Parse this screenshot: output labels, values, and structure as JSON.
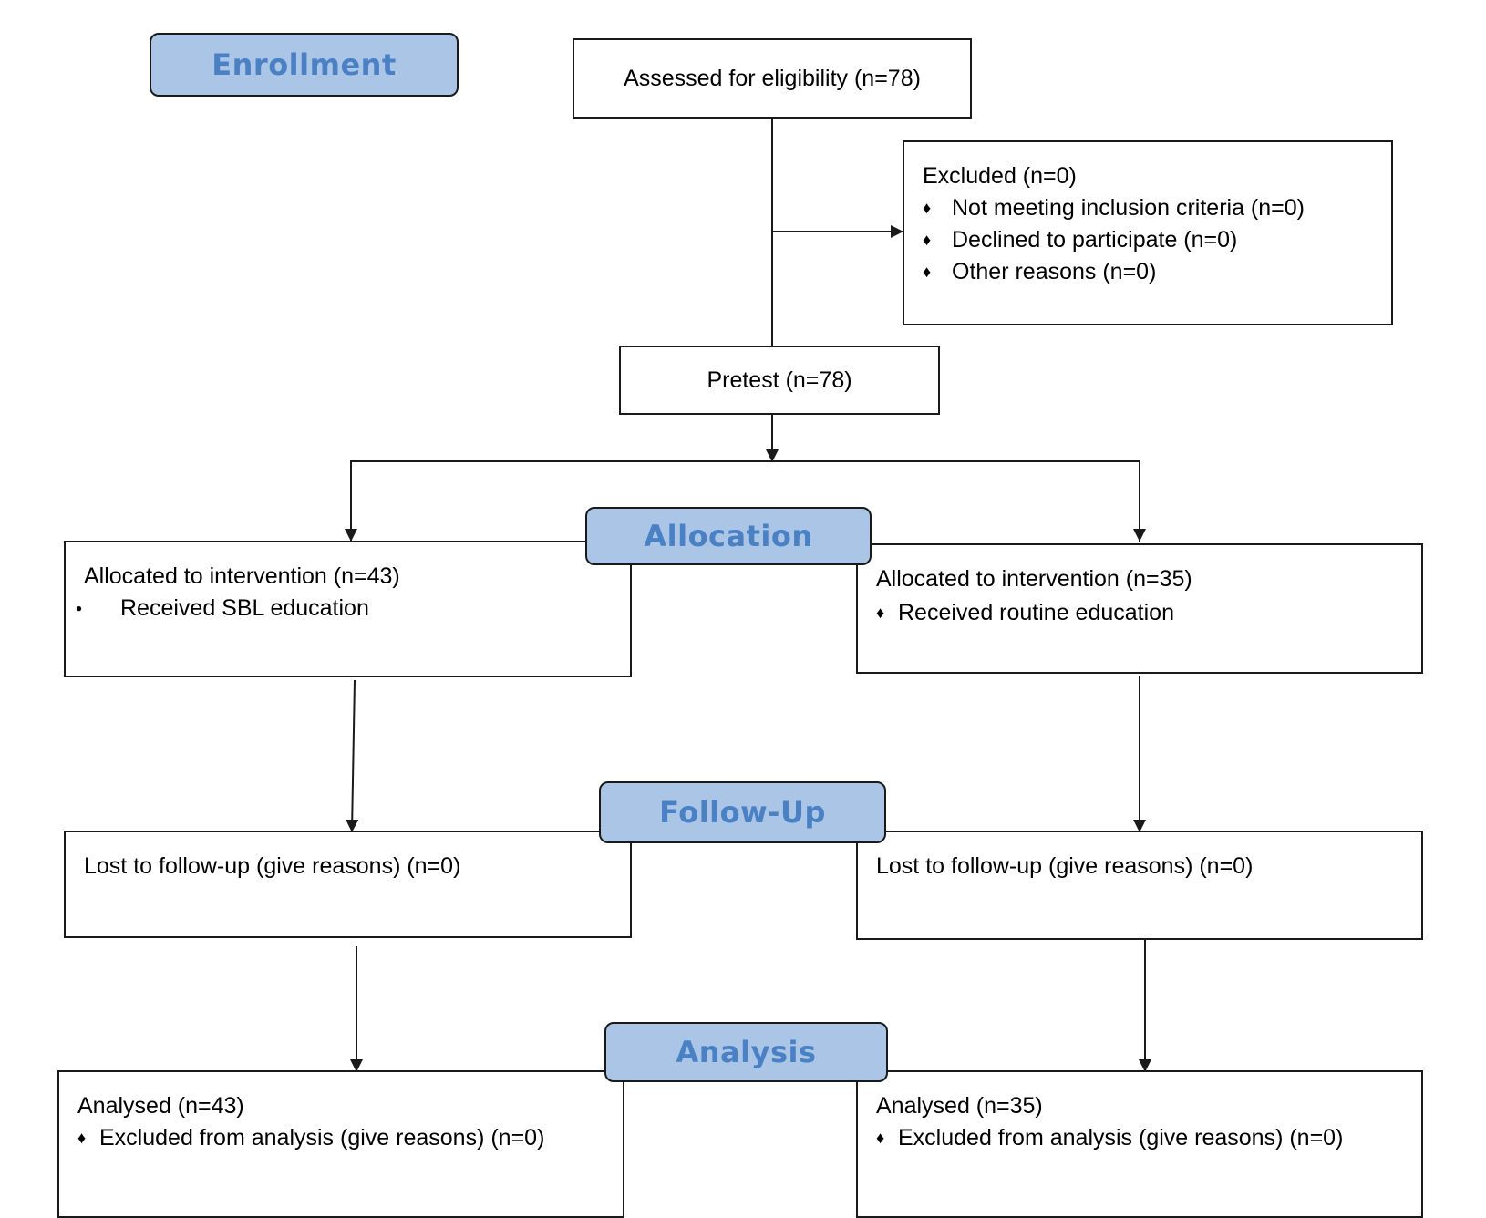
{
  "stages": {
    "enrollment": "Enrollment",
    "allocation": "Allocation",
    "follow_up": "Follow-Up",
    "analysis": "Analysis"
  },
  "assessed": "Assessed for eligibility (n=78)",
  "excluded": {
    "title": "Excluded (n=0)",
    "items": [
      "Not meeting inclusion criteria (n=0)",
      "Declined to participate (n=0)",
      "Other reasons (n=0)"
    ]
  },
  "pretest": "Pretest (n=78)",
  "allocation": {
    "left": {
      "title": "Allocated to intervention (n=43)",
      "item": "Received SBL education"
    },
    "right": {
      "title": "Allocated to intervention (n=35)",
      "item": "Received routine education"
    }
  },
  "follow_up": {
    "left": "Lost to follow-up (give reasons) (n=0)",
    "right": "Lost to follow-up (give reasons) (n=0)"
  },
  "analysis": {
    "left": {
      "title": "Analysed (n=43)",
      "item": "Excluded from analysis (give reasons) (n=0)"
    },
    "right": {
      "title": "Analysed (n=35)",
      "item": "Excluded from analysis (give reasons) (n=0)"
    }
  },
  "markers": {
    "diamond": "♦",
    "dot": "●"
  }
}
